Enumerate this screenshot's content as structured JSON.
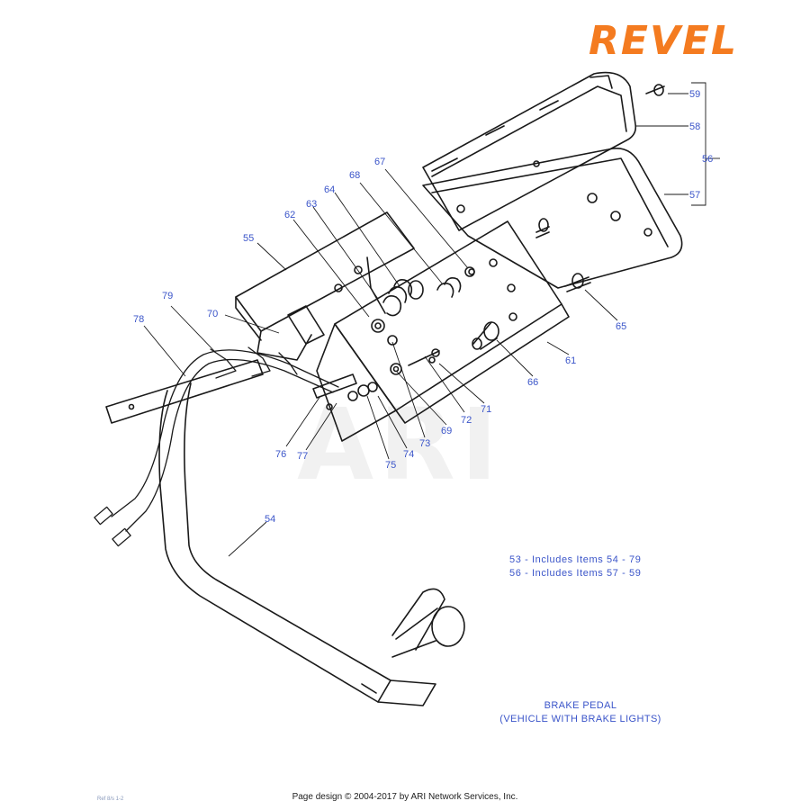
{
  "brand": {
    "logo_text": "REVEL",
    "accent_color": "#f47b20"
  },
  "watermark_text": "ARI",
  "callouts": [
    "59",
    "58",
    "56",
    "57",
    "67",
    "68",
    "64",
    "63",
    "62",
    "55",
    "65",
    "79",
    "78",
    "70",
    "61",
    "66",
    "71",
    "72",
    "69",
    "73",
    "74",
    "75",
    "77",
    "76",
    "54"
  ],
  "includes_notes": [
    "53 - Includes Items 54 - 79",
    "56 - Includes Items 57 - 59"
  ],
  "diagram_title": {
    "line1": "BRAKE PEDAL",
    "line2": "(VEHICLE WITH BRAKE LIGHTS)"
  },
  "footer_text": "Page design © 2004-2017 by ARI Network Services, Inc.",
  "ref_text": "Ref 8/s 1-2",
  "colors": {
    "callout_blue": "#3b55c9",
    "line": "#1a1a1a"
  }
}
